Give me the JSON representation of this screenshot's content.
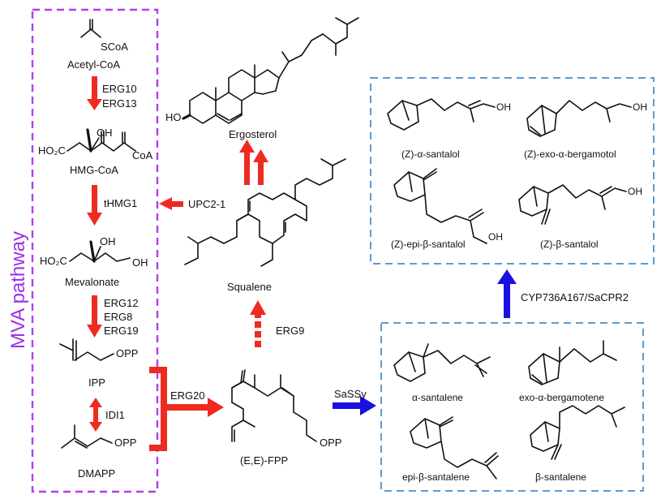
{
  "colors": {
    "mva_box": "#b23cf0",
    "product_box": "#5b9bd5",
    "red_arrow": "#ee2b20",
    "blue_arrow": "#1a10e0",
    "title_text": "#9b30e8"
  },
  "mva": {
    "title": "MVA pathway",
    "acetyl_coa": "Acetyl-CoA",
    "acetyl_scoa": "SCoA",
    "erg10": "ERG10",
    "erg13": "ERG13",
    "hmg_oh": "OH",
    "hmg_ho2c": "HO₂C",
    "hmg_coa_tail": "CoA",
    "hmg_coa": "HMG-CoA",
    "thmg1": "tHMG1",
    "mev_oh": "OH",
    "mev_ho2c": "HO₂C",
    "mev_oh2": "OH",
    "mevalonate": "Mevalonate",
    "erg12": "ERG12",
    "erg8": "ERG8",
    "erg19": "ERG19",
    "ipp_opp": "OPP",
    "ipp": "IPP",
    "idi1": "IDI1",
    "dmapp_opp": "OPP",
    "dmapp": "DMAPP"
  },
  "center": {
    "erg20": "ERG20",
    "fpp_opp": "OPP",
    "fpp": "(E,E)-FPP",
    "erg9": "ERG9",
    "squalene": "Squalene",
    "upc2": "UPC2-1",
    "ergosterol": "Ergosterol",
    "ergosterol_ho": "HO",
    "sassy": "SaSSy"
  },
  "santalenes": [
    "α-santalene",
    "exo-α-bergamotene",
    "epi-β-santalene",
    "β-santalene"
  ],
  "cyp": "CYP736A167/SaCPR2",
  "santalols": [
    "(Z)-α-santalol",
    "(Z)-exo-α-bergamotol",
    "(Z)-epi-β-santalol",
    "(Z)-β-santalol"
  ],
  "santalol_oh": "OH"
}
